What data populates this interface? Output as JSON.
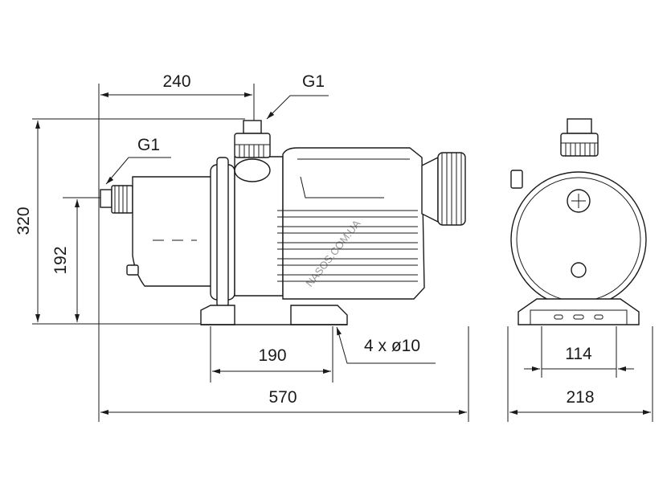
{
  "dimensions": {
    "pump_height": "320",
    "inlet_height": "192",
    "discharge_offset": "240",
    "discharge_thread": "G1",
    "inlet_thread": "G1",
    "foot_span": "190",
    "mounting_holes": "4 x ø10",
    "overall_length": "570",
    "base_width": "114",
    "overall_width": "218"
  },
  "watermark": "NASOS.COM.UA"
}
